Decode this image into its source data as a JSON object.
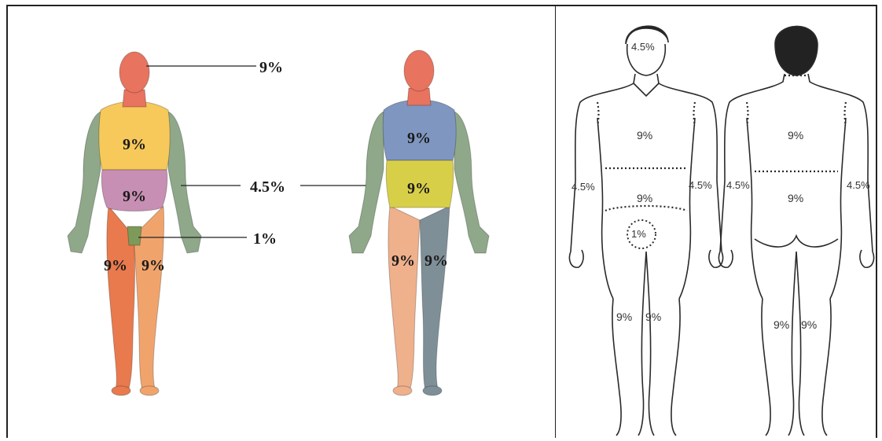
{
  "colors": {
    "head": "#e8735f",
    "chest": "#f7c95a",
    "abdomen": "#c78fb3",
    "arm": "#8fa88a",
    "leg_right": "#e97a4e",
    "leg_left": "#f0a46c",
    "back_upper": "#7f96c0",
    "back_lower": "#d8cf49",
    "leg_back_left": "#efb08c",
    "leg_back_right": "#7f8f98",
    "perineum": "#7d9a5a",
    "line_art": "#2a2a2a"
  },
  "colored_front": {
    "head_label": "9%",
    "chest_label": "9%",
    "abdomen_label": "9%",
    "arm_label": "4.5%",
    "perineum_label": "1%",
    "leg_right_label": "9%",
    "leg_left_label": "9%"
  },
  "colored_back": {
    "upper_back_label": "9%",
    "lower_back_label": "9%",
    "leg_left_label": "9%",
    "leg_right_label": "9%"
  },
  "line_front": {
    "head_label": "4.5%",
    "chest_label": "9%",
    "abdomen_label": "9%",
    "arm_right_label": "4.5%",
    "arm_left_label": "4.5%",
    "perineum_label": "1%",
    "leg_right_label": "9%",
    "leg_left_label": "9%"
  },
  "line_back": {
    "upper_back_label": "9%",
    "lower_back_label": "9%",
    "arm_left_label": "4.5%",
    "arm_right_label": "4.5%",
    "leg_left_label": "9%",
    "leg_right_label": "9%"
  }
}
